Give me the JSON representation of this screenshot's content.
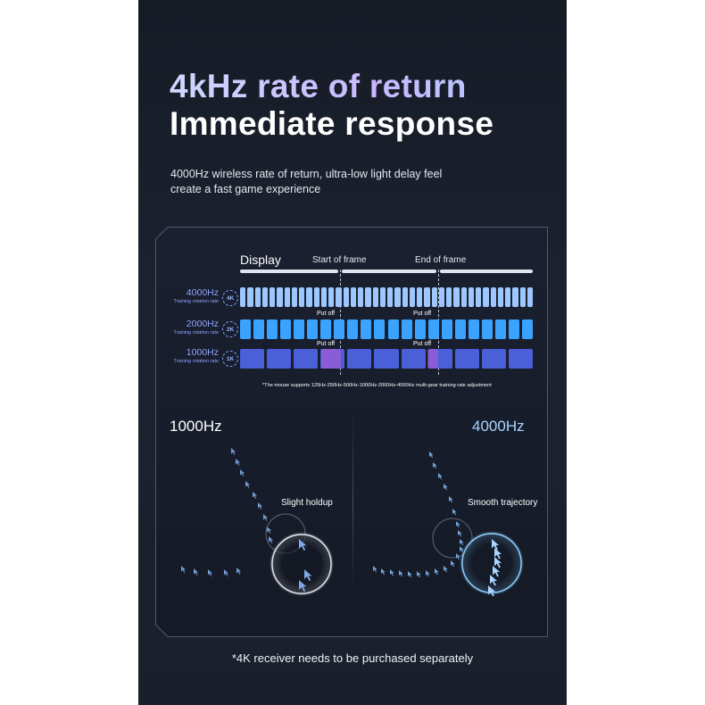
{
  "headline": {
    "line1": "4kHz rate of return",
    "line2": "Immediate response"
  },
  "subtitle": {
    "line1": "4000Hz wireless rate of return, ultra-low light delay feel",
    "line2": "create a fast game experience"
  },
  "timing": {
    "display_label": "Display",
    "start_frame": "Start of frame",
    "end_frame": "End of frame",
    "rows": [
      {
        "rate": "4000Hz",
        "sub": "Training rotation rate",
        "badge": "4K",
        "segments": 40,
        "color": "#9cc8ff"
      },
      {
        "rate": "2000Hz",
        "sub": "Training rotation rate",
        "badge": "2K",
        "segments": 22,
        "color": "#3aa3ff"
      },
      {
        "rate": "1000Hz",
        "sub": "Training rotation rate",
        "badge": "1K",
        "segments": 11,
        "color": "#4b5fd8"
      }
    ],
    "put_off": "Put off",
    "note": "*The mouse supports 125Hz-250Hz-500Hz-1000Hz-2000Hz-4000Hz multi-gear training rate adjustment"
  },
  "comparison": {
    "left_title": "1000Hz",
    "right_title": "4000Hz",
    "left_annotation": "Slight holdup",
    "right_annotation": "Smooth trajectory",
    "left_color": "#ffffff",
    "right_color": "#a9d4ff"
  },
  "footer": "*4K receiver needs to be purchased separately"
}
